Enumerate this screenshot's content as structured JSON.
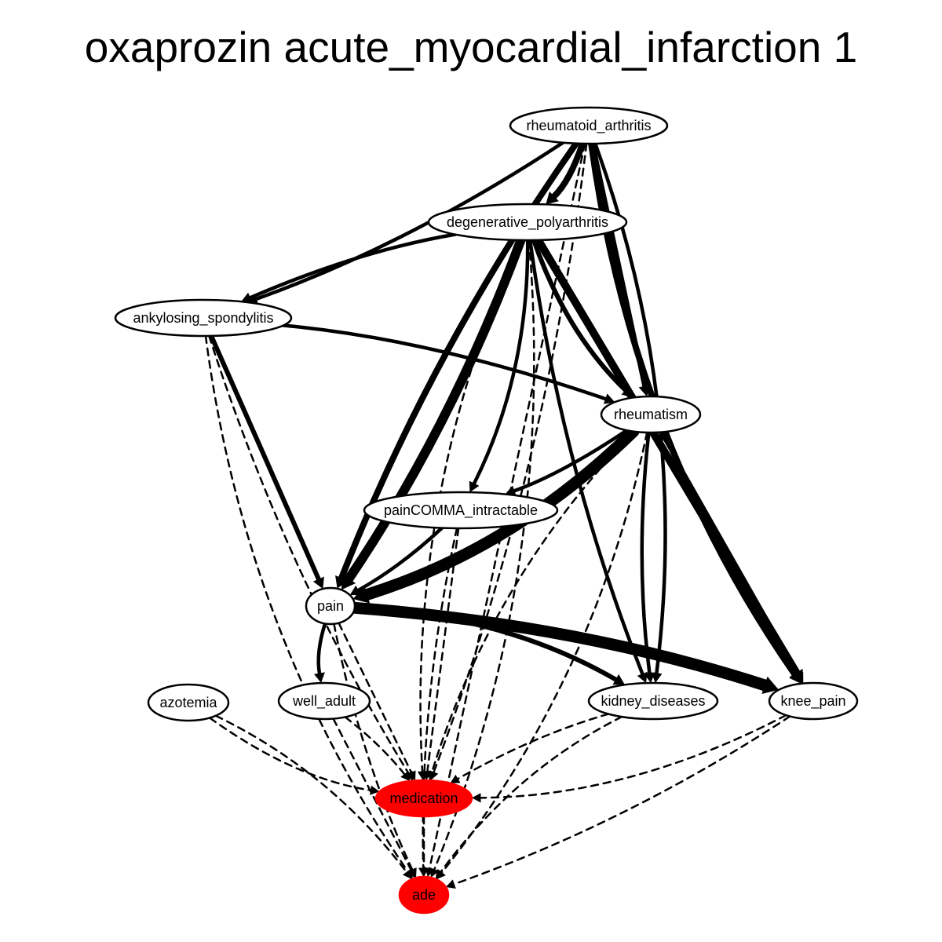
{
  "title": "oxaprozin acute_myocardial_infarction 1",
  "colors": {
    "highlight": "#ff0000",
    "normal": "#ffffff",
    "stroke": "#000000"
  },
  "nodes": [
    {
      "id": "rheumatoid_arthritis",
      "label": "rheumatoid_arthritis",
      "highlight": false
    },
    {
      "id": "degenerative_polyarthritis",
      "label": "degenerative_polyarthritis",
      "highlight": false
    },
    {
      "id": "ankylosing_spondylitis",
      "label": "ankylosing_spondylitis",
      "highlight": false
    },
    {
      "id": "rheumatism",
      "label": "rheumatism",
      "highlight": false
    },
    {
      "id": "painCOMMA_intractable",
      "label": "painCOMMA_intractable",
      "highlight": false
    },
    {
      "id": "pain",
      "label": "pain",
      "highlight": false
    },
    {
      "id": "azotemia",
      "label": "azotemia",
      "highlight": false
    },
    {
      "id": "well_adult",
      "label": "well_adult",
      "highlight": false
    },
    {
      "id": "kidney_diseases",
      "label": "kidney_diseases",
      "highlight": false
    },
    {
      "id": "knee_pain",
      "label": "knee_pain",
      "highlight": false
    },
    {
      "id": "medication",
      "label": "medication",
      "highlight": true
    },
    {
      "id": "ade",
      "label": "ade",
      "highlight": true
    }
  ],
  "edges": [
    {
      "from": "rheumatoid_arthritis",
      "to": "degenerative_polyarthritis",
      "style": "solid",
      "weight": 4
    },
    {
      "from": "rheumatoid_arthritis",
      "to": "ankylosing_spondylitis",
      "style": "solid",
      "weight": 2
    },
    {
      "from": "rheumatoid_arthritis",
      "to": "rheumatism",
      "style": "solid",
      "weight": 3
    },
    {
      "from": "rheumatoid_arthritis",
      "to": "pain",
      "style": "solid",
      "weight": 4
    },
    {
      "from": "rheumatoid_arthritis",
      "to": "knee_pain",
      "style": "solid",
      "weight": 4
    },
    {
      "from": "rheumatoid_arthritis",
      "to": "kidney_diseases",
      "style": "solid",
      "weight": 2
    },
    {
      "from": "rheumatoid_arthritis",
      "to": "medication",
      "style": "dashed",
      "weight": 1
    },
    {
      "from": "rheumatoid_arthritis",
      "to": "ade",
      "style": "dashed",
      "weight": 1
    },
    {
      "from": "degenerative_polyarthritis",
      "to": "ankylosing_spondylitis",
      "style": "solid",
      "weight": 2
    },
    {
      "from": "degenerative_polyarthritis",
      "to": "rheumatism",
      "style": "solid",
      "weight": 3
    },
    {
      "from": "degenerative_polyarthritis",
      "to": "painCOMMA_intractable",
      "style": "solid",
      "weight": 2
    },
    {
      "from": "degenerative_polyarthritis",
      "to": "pain",
      "style": "solid",
      "weight": 6
    },
    {
      "from": "degenerative_polyarthritis",
      "to": "knee_pain",
      "style": "solid",
      "weight": 5
    },
    {
      "from": "degenerative_polyarthritis",
      "to": "kidney_diseases",
      "style": "solid",
      "weight": 2
    },
    {
      "from": "degenerative_polyarthritis",
      "to": "medication",
      "style": "dashed",
      "weight": 1
    },
    {
      "from": "degenerative_polyarthritis",
      "to": "ade",
      "style": "dashed",
      "weight": 1
    },
    {
      "from": "ankylosing_spondylitis",
      "to": "rheumatism",
      "style": "solid",
      "weight": 2
    },
    {
      "from": "ankylosing_spondylitis",
      "to": "pain",
      "style": "solid",
      "weight": 3
    },
    {
      "from": "ankylosing_spondylitis",
      "to": "medication",
      "style": "dashed",
      "weight": 1
    },
    {
      "from": "ankylosing_spondylitis",
      "to": "ade",
      "style": "dashed",
      "weight": 1
    },
    {
      "from": "rheumatism",
      "to": "pain",
      "style": "solid",
      "weight": 7
    },
    {
      "from": "rheumatism",
      "to": "painCOMMA_intractable",
      "style": "solid",
      "weight": 2
    },
    {
      "from": "rheumatism",
      "to": "knee_pain",
      "style": "solid",
      "weight": 2
    },
    {
      "from": "rheumatism",
      "to": "kidney_diseases",
      "style": "solid",
      "weight": 2
    },
    {
      "from": "rheumatism",
      "to": "medication",
      "style": "dashed",
      "weight": 1
    },
    {
      "from": "rheumatism",
      "to": "ade",
      "style": "dashed",
      "weight": 1
    },
    {
      "from": "painCOMMA_intractable",
      "to": "pain",
      "style": "solid",
      "weight": 2
    },
    {
      "from": "painCOMMA_intractable",
      "to": "medication",
      "style": "dashed",
      "weight": 1
    },
    {
      "from": "painCOMMA_intractable",
      "to": "ade",
      "style": "dashed",
      "weight": 1
    },
    {
      "from": "pain",
      "to": "well_adult",
      "style": "solid",
      "weight": 2
    },
    {
      "from": "pain",
      "to": "kidney_diseases",
      "style": "solid",
      "weight": 3
    },
    {
      "from": "pain",
      "to": "knee_pain",
      "style": "solid",
      "weight": 7
    },
    {
      "from": "pain",
      "to": "medication",
      "style": "dashed",
      "weight": 1
    },
    {
      "from": "pain",
      "to": "ade",
      "style": "dashed",
      "weight": 1
    },
    {
      "from": "azotemia",
      "to": "medication",
      "style": "dashed",
      "weight": 1
    },
    {
      "from": "azotemia",
      "to": "ade",
      "style": "dashed",
      "weight": 1
    },
    {
      "from": "well_adult",
      "to": "medication",
      "style": "dashed",
      "weight": 1
    },
    {
      "from": "well_adult",
      "to": "ade",
      "style": "dashed",
      "weight": 1
    },
    {
      "from": "kidney_diseases",
      "to": "medication",
      "style": "dashed",
      "weight": 1
    },
    {
      "from": "kidney_diseases",
      "to": "ade",
      "style": "dashed",
      "weight": 1
    },
    {
      "from": "knee_pain",
      "to": "medication",
      "style": "dashed",
      "weight": 1
    },
    {
      "from": "knee_pain",
      "to": "ade",
      "style": "dashed",
      "weight": 1
    },
    {
      "from": "medication",
      "to": "ade",
      "style": "dashed",
      "weight": 1
    }
  ]
}
